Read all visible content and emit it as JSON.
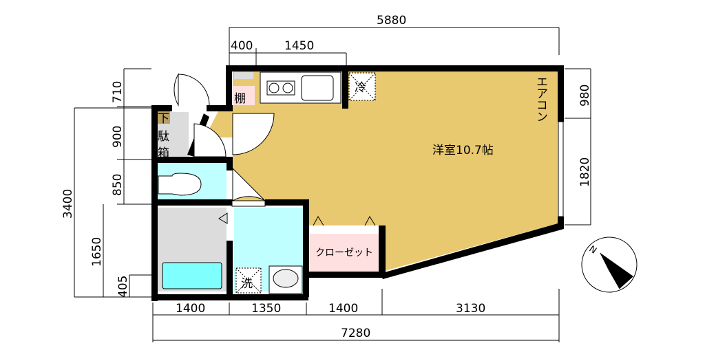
{
  "rooms": {
    "western_room": "洋室10.7帖",
    "closet": "クローゼット",
    "shelf": "棚",
    "fridge": "冷",
    "washer": "洗",
    "aircon": "エアコン",
    "shoe_box": [
      "下",
      "駄",
      "箱"
    ]
  },
  "dimensions": {
    "top_total": "5880",
    "top_a": "400",
    "top_b": "1450",
    "left_a": "710",
    "left_b": "900",
    "left_c": "850",
    "left_total": "3400",
    "left_d": "1650",
    "left_e": "405",
    "right_a": "980",
    "right_b": "1820",
    "bottom_a": "1400",
    "bottom_b": "1350",
    "bottom_c": "1400",
    "bottom_d": "3130",
    "bottom_total": "7280"
  },
  "compass": {
    "label": "N"
  },
  "colors": {
    "floor": "#e9c970",
    "wet": "#c0ffff",
    "closet": "#ffe0e0",
    "gray": "#dcdcdc",
    "tub": "#80ffff"
  }
}
